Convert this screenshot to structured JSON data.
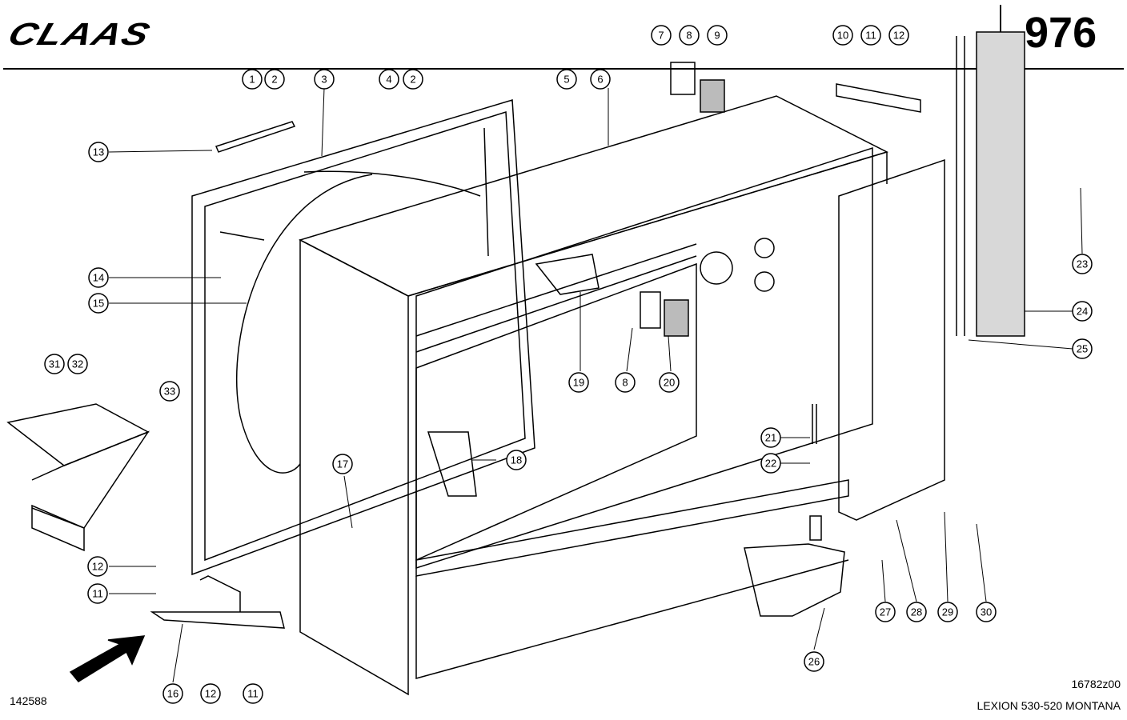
{
  "header": {
    "brand": "CLAAS",
    "page_number": "976"
  },
  "footer": {
    "left_code": "142588",
    "drawing_ref": "16782z00",
    "model": "LEXION 530-520 MONTANA"
  },
  "callouts": [
    "1",
    "2",
    "3",
    "4",
    "2",
    "5",
    "6",
    "7",
    "8",
    "9",
    "10",
    "11",
    "12",
    "13",
    "14",
    "15",
    "31",
    "32",
    "33",
    "19",
    "8",
    "20",
    "23",
    "24",
    "25",
    "21",
    "22",
    "17",
    "18",
    "12",
    "11",
    "16",
    "12",
    "11",
    "26",
    "27",
    "28",
    "29",
    "30"
  ]
}
